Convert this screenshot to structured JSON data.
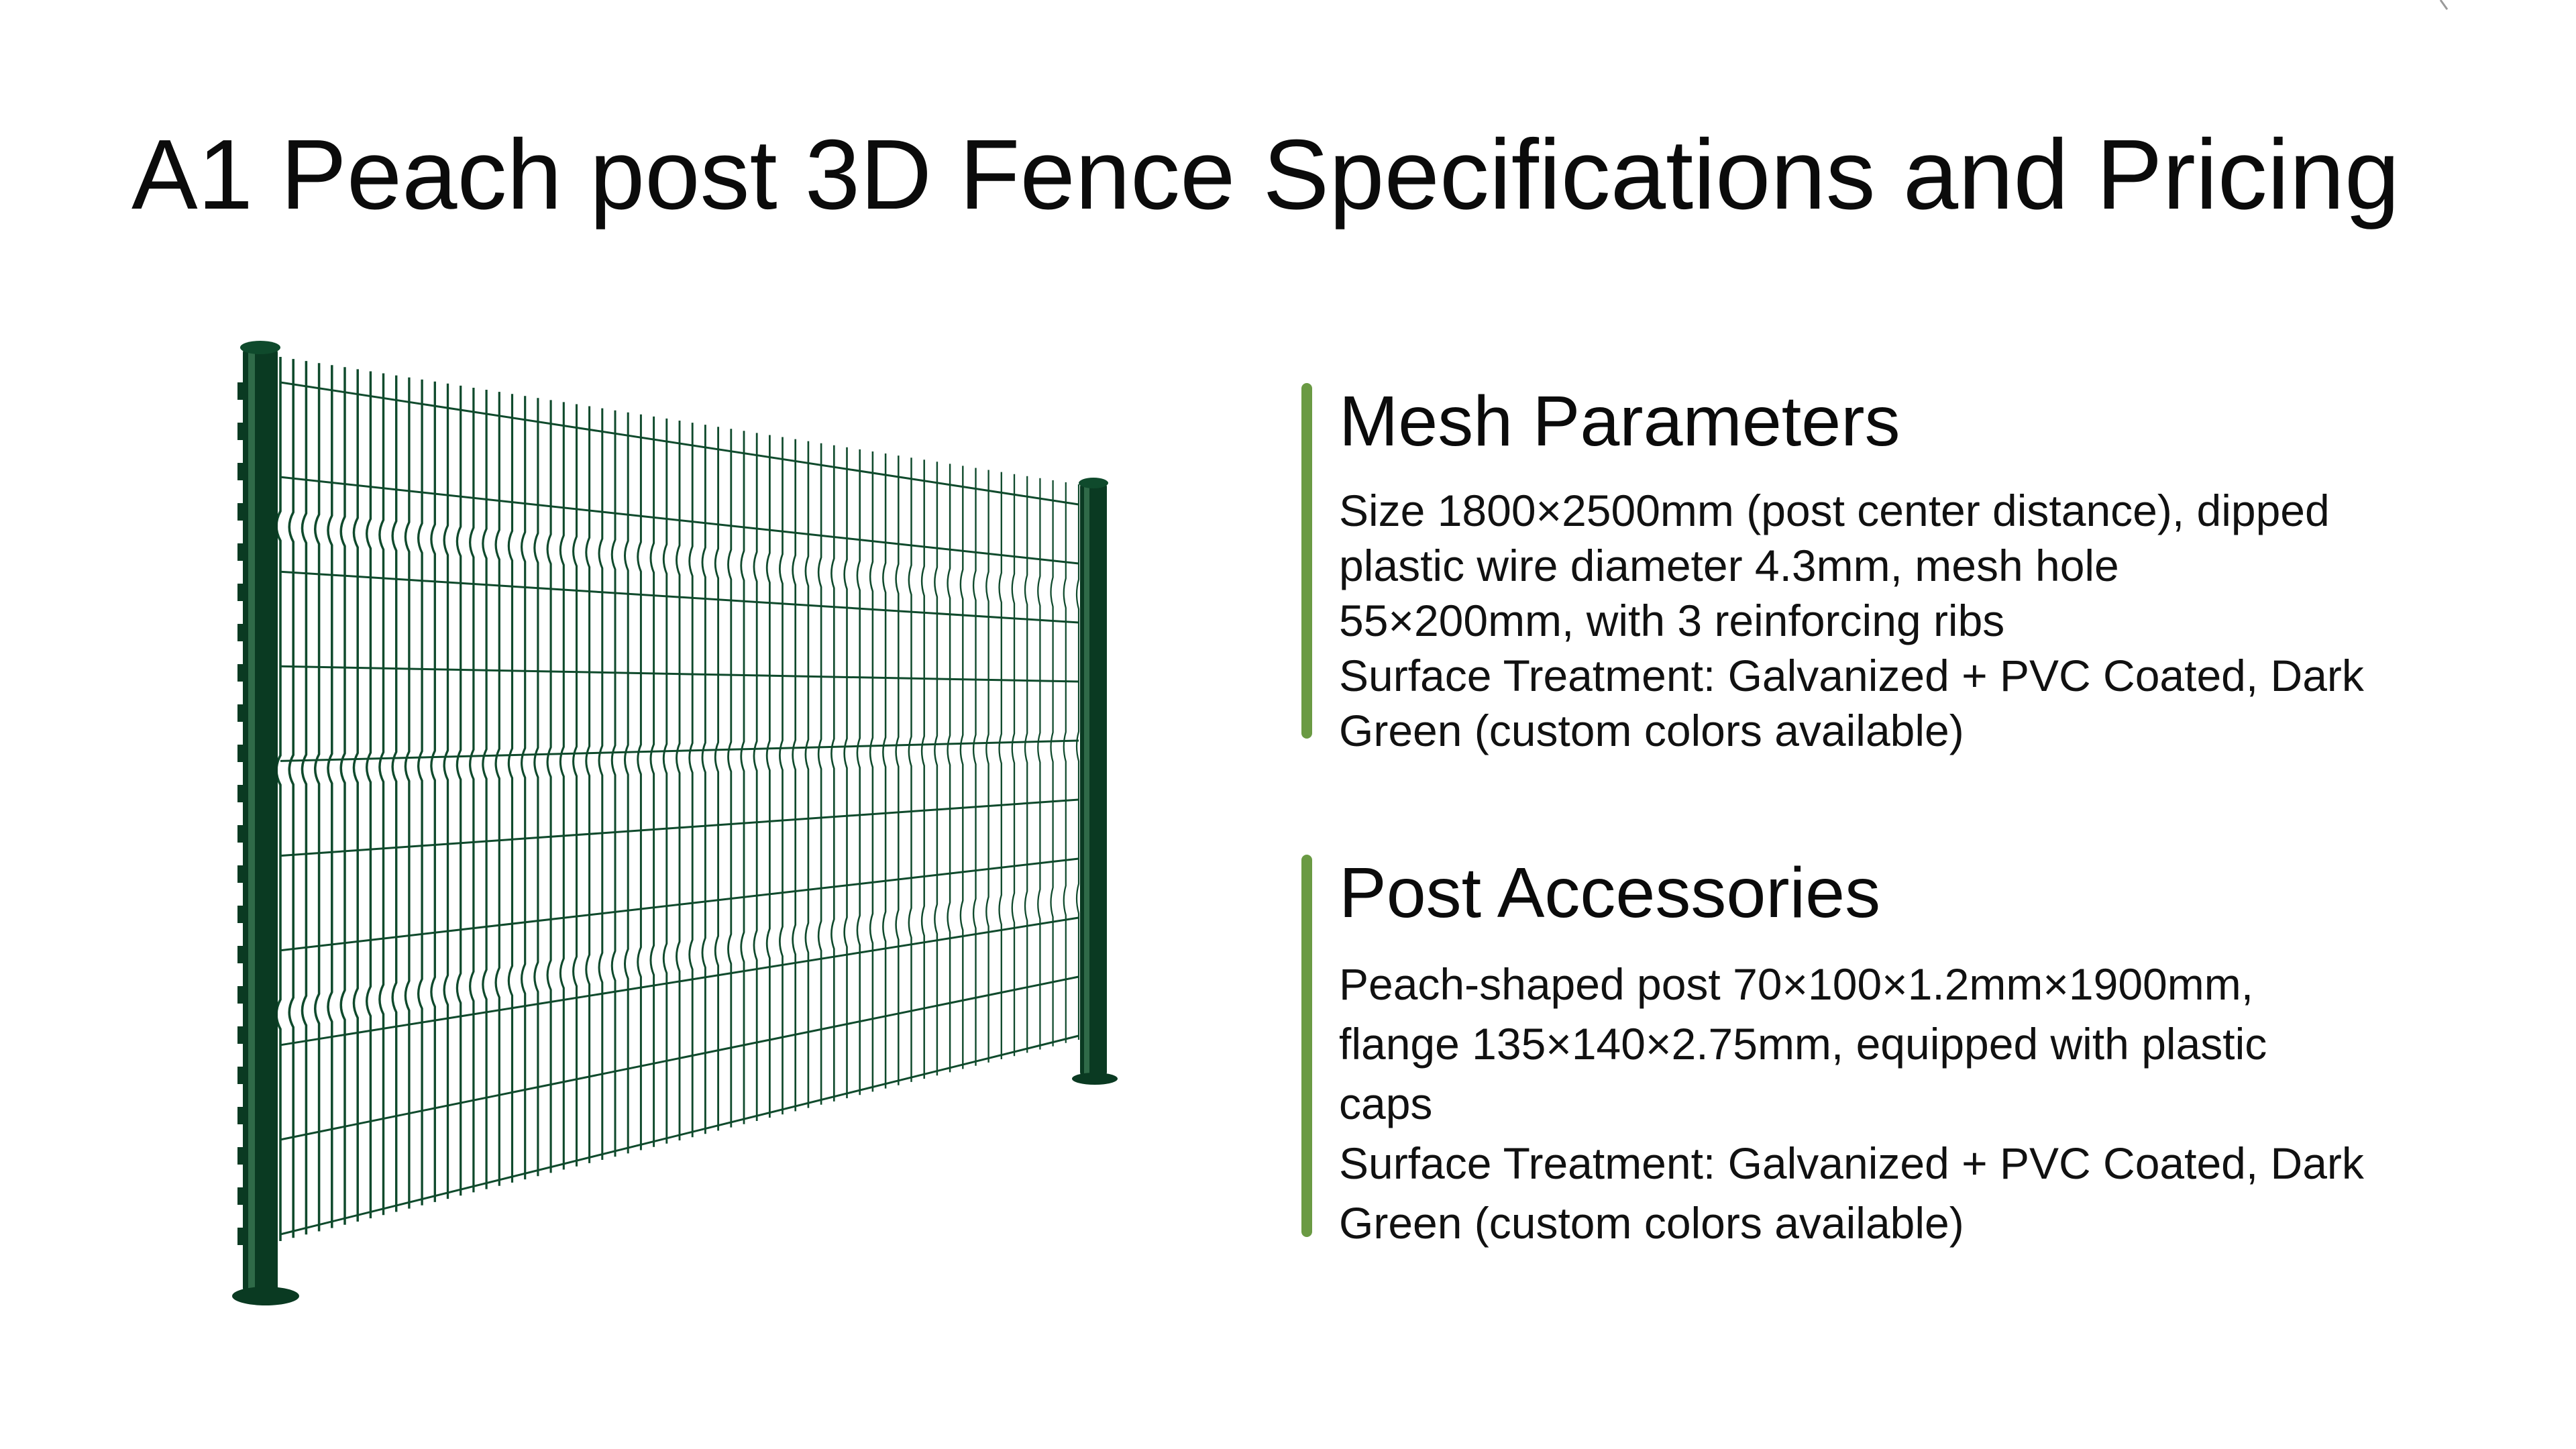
{
  "title": "A1 Peach post 3D Fence Specifications and Pricing",
  "colors": {
    "accent_bar": "#6a9a43",
    "fence_green": "#0f4a2c",
    "fence_green_dark": "#0a3a22",
    "fence_green_light": "#2f6a48"
  },
  "image": {
    "icon": "fence-panel-image"
  },
  "mesh_section": {
    "heading": "Mesh Parameters",
    "lines": [
      "Size 1800×2500mm (post center distance), dipped",
      "plastic wire diameter 4.3mm, mesh hole",
      "55×200mm, with 3 reinforcing ribs",
      "Surface Treatment: Galvanized + PVC Coated, Dark",
      "Green (custom colors available)"
    ]
  },
  "post_section": {
    "heading": "Post Accessories",
    "lines": [
      "Peach-shaped post 70×100×1.2mm×1900mm,",
      "flange 135×140×2.75mm, equipped with plastic",
      "caps",
      "Surface Treatment: Galvanized + PVC Coated, Dark",
      "Green (custom colors available)"
    ]
  }
}
